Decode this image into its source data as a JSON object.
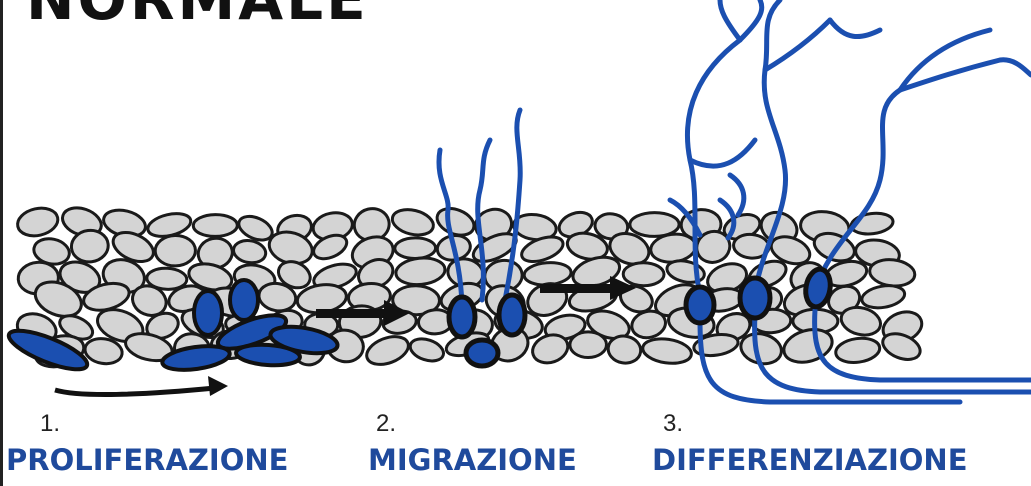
{
  "title": "NORMALE",
  "steps": [
    {
      "number": "1.",
      "label": "PROLIFERAZIONE"
    },
    {
      "number": "2.",
      "label": "MIGRAZIONE"
    },
    {
      "number": "3.",
      "label": "DIFFERENZIAZIONE"
    }
  ],
  "colors": {
    "neuron_blue": "#1b4fb0",
    "cell_gray": "#d4d4d4",
    "outline": "#111111",
    "label_blue": "#1f4a9c"
  }
}
